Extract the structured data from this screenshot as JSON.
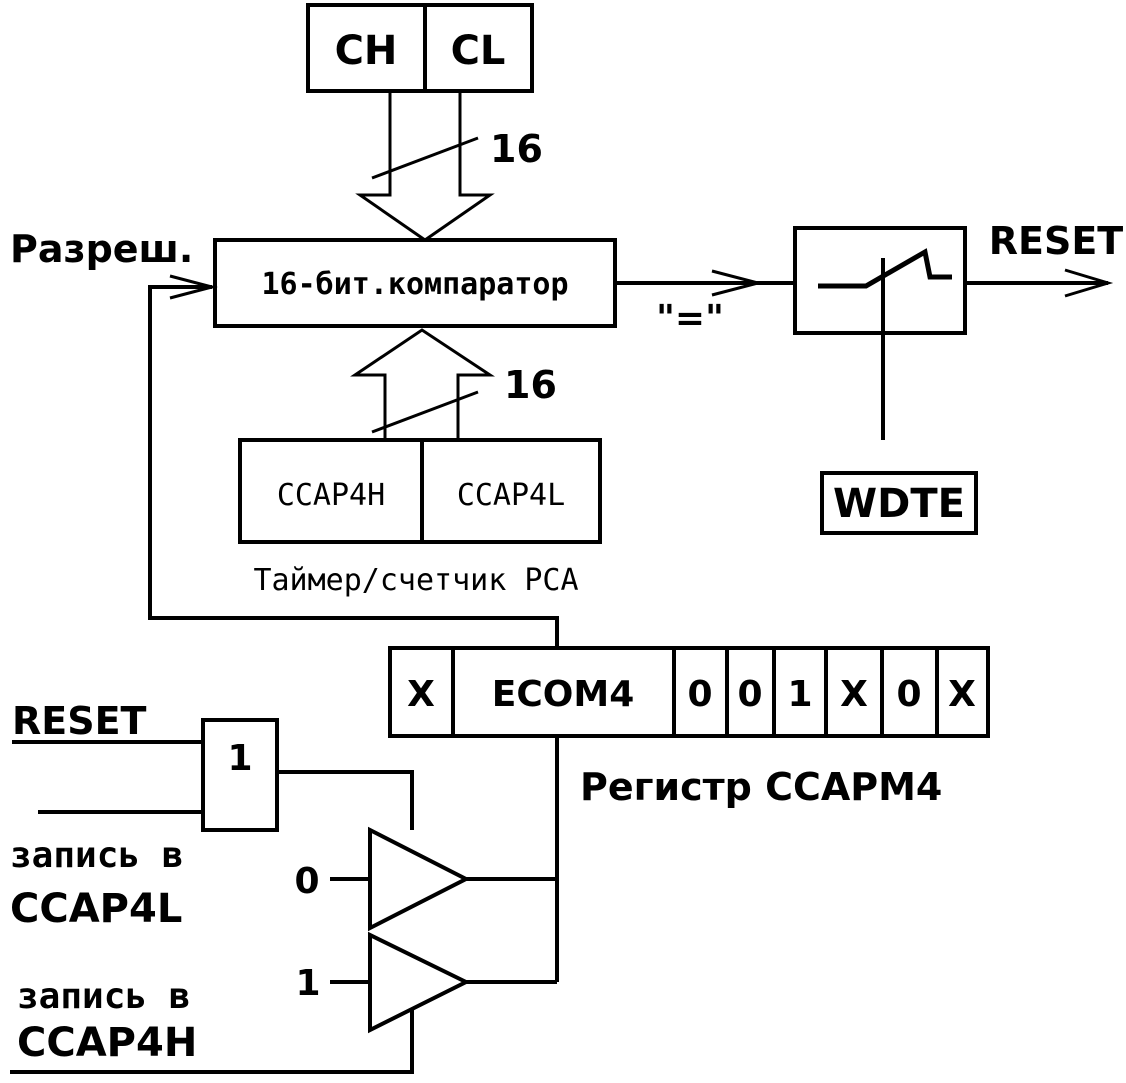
{
  "registers_top": {
    "ch": "CH",
    "cl": "CL"
  },
  "bus_width_top": "16",
  "bus_width_bottom": "16",
  "enable_label": "Разреш.",
  "comparator_label": "16-бит.компаратор",
  "equal_label": "\"=\"",
  "reset_out_label": "RESET",
  "wdte_label": "WDTE",
  "registers_bottom": {
    "high": "CCAP4H",
    "low": "CCAP4L"
  },
  "timer_caption": "Таймер/счетчик PCA",
  "ccapm4_bits": [
    "X",
    "ECOM4",
    "0",
    "0",
    "1",
    "X",
    "0",
    "X"
  ],
  "ccapm4_caption": "Регистр CCAPM4",
  "reset_in_label": "RESET",
  "or_gate_label": "1",
  "write_low_label": {
    "line1": "запись в",
    "line2": "CCAP4L"
  },
  "write_high_label": {
    "line1": "запись в",
    "line2": "CCAP4H"
  },
  "buffer0_input": "0",
  "buffer1_input": "1",
  "colors": {
    "ink": "#000000",
    "paper": "#ffffff"
  }
}
